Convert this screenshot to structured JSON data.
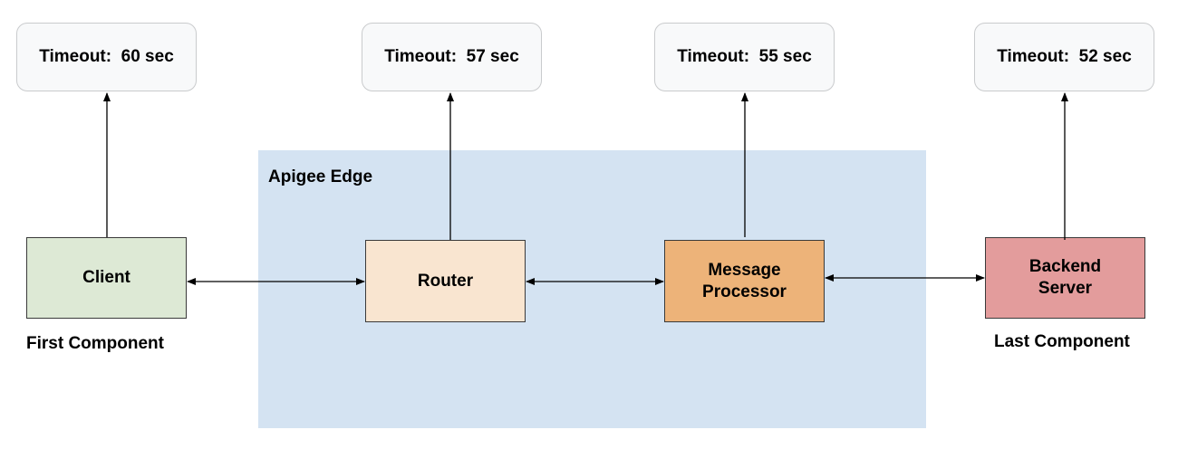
{
  "region": {
    "label": "Apigee Edge",
    "color": "#d4e3f2"
  },
  "timeouts": {
    "client": "Timeout:  60 sec",
    "router": "Timeout:  57 sec",
    "message_processor": "Timeout:  55 sec",
    "backend": "Timeout:  52 sec"
  },
  "nodes": {
    "client": {
      "label": "Client",
      "color": "#dde9d5"
    },
    "router": {
      "label": "Router",
      "color": "#f9e5d0"
    },
    "message_processor": {
      "label": "Message\nProcessor",
      "color": "#edb379"
    },
    "backend": {
      "label": "Backend\nServer",
      "color": "#e39c9c"
    }
  },
  "captions": {
    "first": "First Component",
    "last": "Last Component"
  }
}
